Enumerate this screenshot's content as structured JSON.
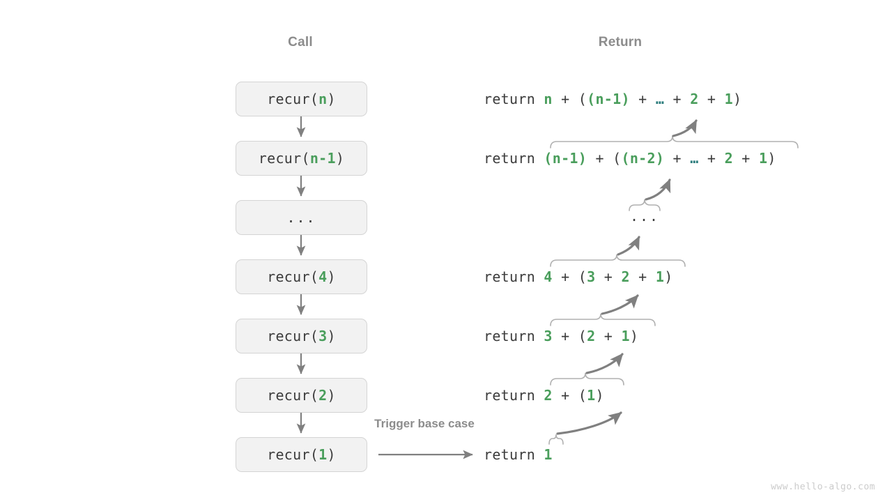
{
  "headers": {
    "call": "Call",
    "return": "Return"
  },
  "colors": {
    "green": "#4a9e5c",
    "teal": "#2d7d7d",
    "text": "#3c3c3c",
    "muted": "#8c8c8c",
    "box_fill": "#f2f2f2",
    "box_border": "#d4d4d4",
    "arrow": "#808080",
    "brace": "#b0b0b0",
    "watermark": "#cccccc"
  },
  "call_stack": {
    "boxes": [
      {
        "name": "recur-n",
        "prefix": "recur(",
        "arg": "n",
        "suffix": ")",
        "is_ellipsis": false
      },
      {
        "name": "recur-n-1",
        "prefix": "recur(",
        "arg": "n-1",
        "suffix": ")",
        "is_ellipsis": false
      },
      {
        "name": "ellipsis",
        "prefix": "",
        "arg": "",
        "suffix": "",
        "is_ellipsis": true,
        "ellipsis": "..."
      },
      {
        "name": "recur-4",
        "prefix": "recur(",
        "arg": "4",
        "suffix": ")",
        "is_ellipsis": false
      },
      {
        "name": "recur-3",
        "prefix": "recur(",
        "arg": "3",
        "suffix": ")",
        "is_ellipsis": false
      },
      {
        "name": "recur-2",
        "prefix": "recur(",
        "arg": "2",
        "suffix": ")",
        "is_ellipsis": false
      },
      {
        "name": "recur-1",
        "prefix": "recur(",
        "arg": "1",
        "suffix": ")",
        "is_ellipsis": false
      }
    ]
  },
  "returns": {
    "keyword": "return",
    "middle_ellipsis": "...",
    "lines": [
      {
        "name": "return-n",
        "tokens": [
          {
            "t": "return ",
            "c": "kw"
          },
          {
            "t": "n",
            "c": "g"
          },
          {
            "t": " + (",
            "c": "op"
          },
          {
            "t": "(n-1)",
            "c": "g"
          },
          {
            "t": " + ",
            "c": "op"
          },
          {
            "t": "…",
            "c": "el"
          },
          {
            "t": " + ",
            "c": "op"
          },
          {
            "t": "2",
            "c": "g"
          },
          {
            "t": " + ",
            "c": "op"
          },
          {
            "t": "1",
            "c": "g"
          },
          {
            "t": ")",
            "c": "op"
          }
        ]
      },
      {
        "name": "return-n-1",
        "tokens": [
          {
            "t": "return ",
            "c": "kw"
          },
          {
            "t": "(n-1)",
            "c": "g"
          },
          {
            "t": " + (",
            "c": "op"
          },
          {
            "t": "(n-2)",
            "c": "g"
          },
          {
            "t": " + ",
            "c": "op"
          },
          {
            "t": "…",
            "c": "el"
          },
          {
            "t": " + ",
            "c": "op"
          },
          {
            "t": "2",
            "c": "g"
          },
          {
            "t": " + ",
            "c": "op"
          },
          {
            "t": "1",
            "c": "g"
          },
          {
            "t": ")",
            "c": "op"
          }
        ]
      },
      {
        "name": "return-4",
        "tokens": [
          {
            "t": "return ",
            "c": "kw"
          },
          {
            "t": "4",
            "c": "g"
          },
          {
            "t": " + (",
            "c": "op"
          },
          {
            "t": "3",
            "c": "g"
          },
          {
            "t": " + ",
            "c": "op"
          },
          {
            "t": "2",
            "c": "g"
          },
          {
            "t": " + ",
            "c": "op"
          },
          {
            "t": "1",
            "c": "g"
          },
          {
            "t": ")",
            "c": "op"
          }
        ]
      },
      {
        "name": "return-3",
        "tokens": [
          {
            "t": "return ",
            "c": "kw"
          },
          {
            "t": "3",
            "c": "g"
          },
          {
            "t": " + (",
            "c": "op"
          },
          {
            "t": "2",
            "c": "g"
          },
          {
            "t": " + ",
            "c": "op"
          },
          {
            "t": "1",
            "c": "g"
          },
          {
            "t": ")",
            "c": "op"
          }
        ]
      },
      {
        "name": "return-2",
        "tokens": [
          {
            "t": "return ",
            "c": "kw"
          },
          {
            "t": "2",
            "c": "g"
          },
          {
            "t": " + (",
            "c": "op"
          },
          {
            "t": "1",
            "c": "g"
          },
          {
            "t": ")",
            "c": "op"
          }
        ]
      },
      {
        "name": "return-1",
        "tokens": [
          {
            "t": "return ",
            "c": "kw"
          },
          {
            "t": "1",
            "c": "g"
          }
        ]
      }
    ]
  },
  "annotations": {
    "trigger_base_case": "Trigger base case"
  },
  "watermark": "www.hello-algo.com"
}
